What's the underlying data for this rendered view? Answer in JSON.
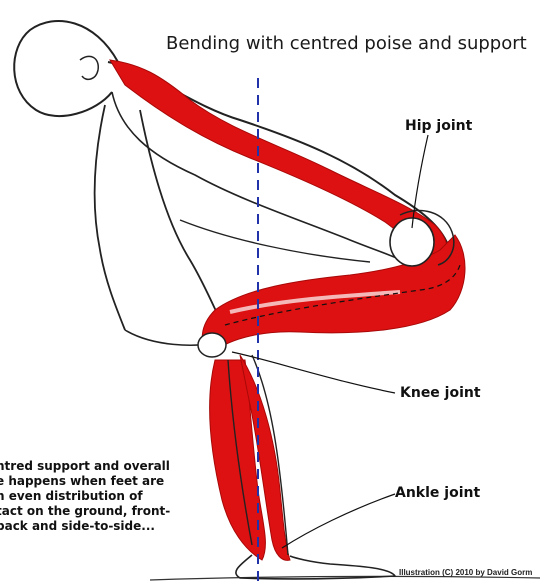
{
  "title": "Bending with centred poise and support",
  "labels": {
    "hip": "Hip joint",
    "knee": "Knee joint",
    "ankle": "Ankle joint"
  },
  "note_lines": [
    "ntred support and overall",
    "e happens when feet are",
    "n even distribution of",
    "tact on the ground, front-",
    "back and side-to-side..."
  ],
  "credit": "Illustration (C) 2010 by David Gorm",
  "colors": {
    "muscle": "#dd1111",
    "muscle_dark": "#a80808",
    "outline": "#222222",
    "guide_line": "#2233aa",
    "background": "#ffffff"
  }
}
